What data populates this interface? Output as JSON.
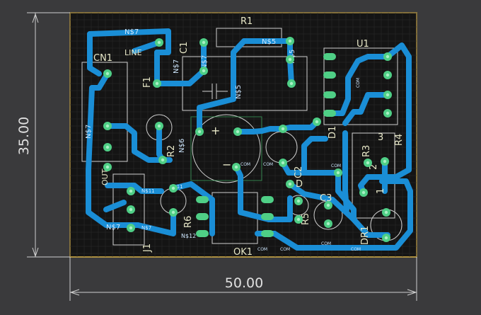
{
  "dimensions": {
    "height": "35.00",
    "width": "50.00"
  },
  "colors": {
    "background": "#3a3a3c",
    "board": "#141414",
    "board_outline": "#d8b24a",
    "copper": "#1a8ed6",
    "copper_dark": "#0f5f96",
    "pad": "#4fcf86",
    "pad_inner": "#a8f0c4",
    "silkscreen": "#cfcfcf",
    "text_yellow": "#e8e8c8",
    "dimension_line": "#cfcfcf"
  },
  "silkscreen": {
    "r1": "R1",
    "c1": "C1",
    "cn1": "CN1",
    "line": "LINE",
    "f1": "F1",
    "r2": "R2",
    "r6": "R6",
    "j1": "J1",
    "ok1": "OK1",
    "r5": "R5",
    "c3": "C3",
    "c2": "C2",
    "d1": "D1",
    "u1": "U1",
    "r4": "R4",
    "r3": "R3",
    "dr1": "DR1",
    "out": "OUT",
    "num_3": "3",
    "num_1": "1",
    "num_2": "2",
    "plus": "+",
    "minus": "−",
    "d_partial": "D"
  },
  "nets": {
    "ns7": "N$7",
    "ns5": "N$5",
    "ns6": "N$6",
    "ns11": "N$11",
    "ns12": "N$12",
    "com": "COM"
  }
}
